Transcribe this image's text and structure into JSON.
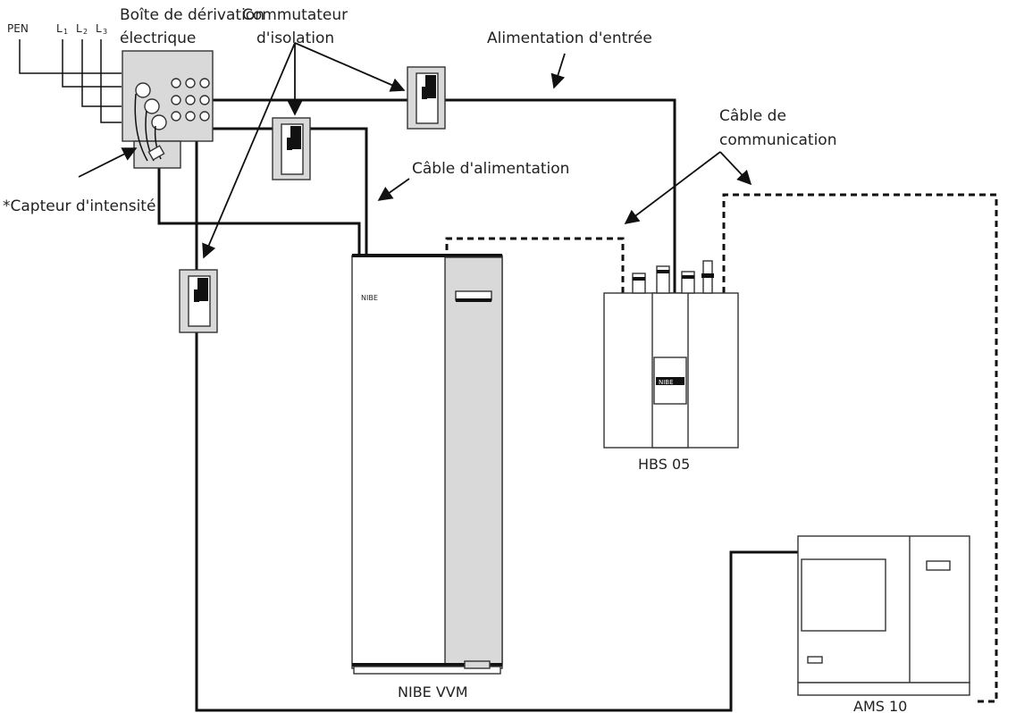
{
  "labels": {
    "pen": "PEN",
    "l1": "L",
    "l1_sub": "1",
    "l2": "L",
    "l2_sub": "2",
    "l3": "L",
    "l3_sub": "3",
    "junction_box_line1": "Boîte de dérivation",
    "junction_box_line2": "électrique",
    "isolation_switch_line1": "Commutateur",
    "isolation_switch_line2": "d'isolation",
    "input_supply": "Alimentation d'entrée",
    "comm_cable_line1": "Câble de",
    "comm_cable_line2": "communication",
    "supply_cable": "Câble d'alimentation",
    "current_sensor": "*Capteur d'intensité",
    "hbs": "HBS 05",
    "vvm": "NIBE  VVM",
    "ams": "AMS 10",
    "brand_vvm": "NIBE",
    "brand_hbs": "NIBE"
  },
  "colors": {
    "line": "#111111",
    "panel_grey": "#d9d9d9",
    "text": "#222222"
  }
}
